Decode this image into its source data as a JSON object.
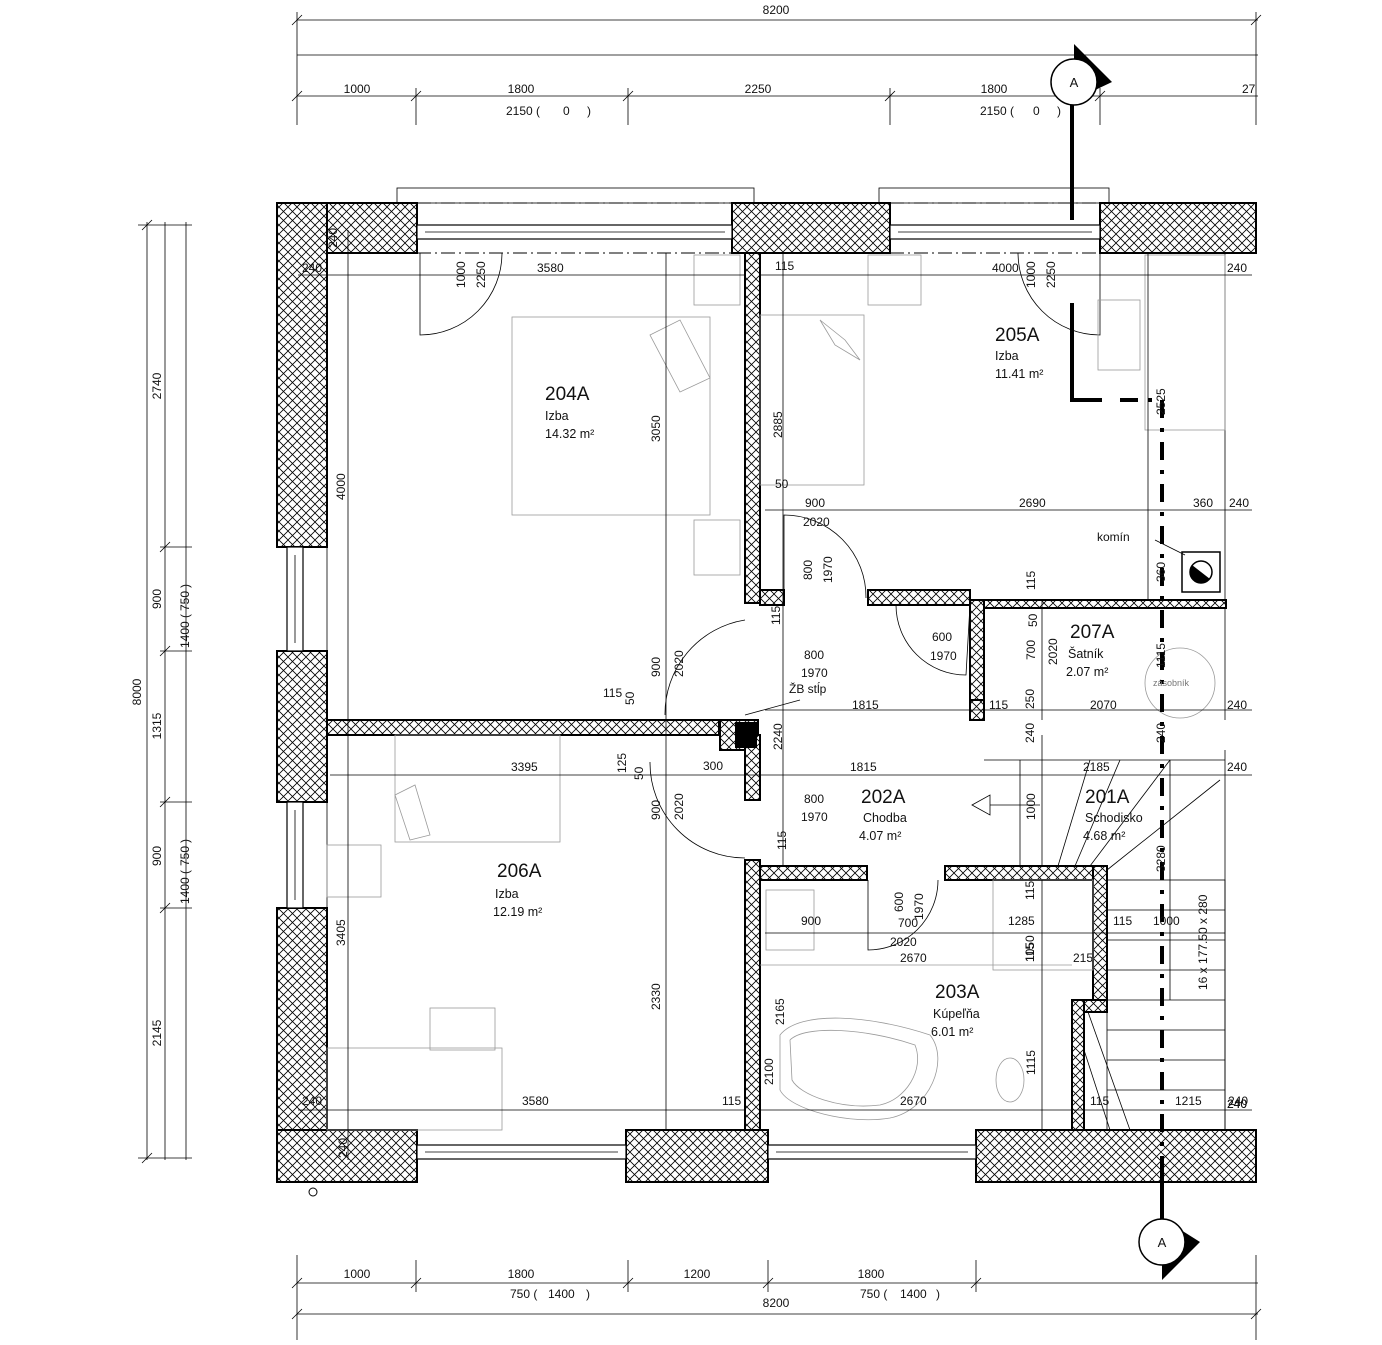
{
  "rooms": [
    {
      "id": "204A",
      "name": "Izba",
      "area": "14.32 m²"
    },
    {
      "id": "205A",
      "name": "Izba",
      "area": "11.41 m²"
    },
    {
      "id": "207A",
      "name": "Šatník",
      "area": "2.07 m²"
    },
    {
      "id": "202A",
      "name": "Chodba",
      "area": "4.07 m²"
    },
    {
      "id": "201A",
      "name": "Schodisko",
      "area": "4.68 m²"
    },
    {
      "id": "206A",
      "name": "Izba",
      "area": "12.19 m²"
    },
    {
      "id": "203A",
      "name": "Kúpeľňa",
      "area": "6.01 m²"
    }
  ],
  "section_marker": "A",
  "top_dims": {
    "overall": "8200",
    "segments": [
      "1000",
      "1800",
      "2250",
      "1800",
      "27"
    ],
    "sill": [
      "2150 (",
      "0",
      ")",
      "2150 (",
      "0",
      ")"
    ]
  },
  "bottom_dims": {
    "overall": "8200",
    "segments": [
      "1000",
      "1800",
      "1200",
      "1800"
    ],
    "sill": [
      "750 (",
      "1400",
      ")",
      "750 (",
      "1400",
      ")"
    ]
  },
  "left_dims": {
    "overall": "8000",
    "segments": [
      "2740",
      "900",
      "1315",
      "900",
      "2145"
    ],
    "sill": [
      "1400 (",
      "750",
      ")",
      "1400 (",
      "750",
      ")"
    ]
  },
  "inner_dims": [
    "240",
    "240",
    "3580",
    "1000",
    "2250",
    "4000",
    "3050",
    "115",
    "2885",
    "4000",
    "1000",
    "2250",
    "240",
    "2525",
    "50",
    "900",
    "2690",
    "360",
    "240",
    "2020",
    "800",
    "1970",
    "360",
    "115",
    "115",
    "600",
    "1970",
    "50",
    "700",
    "2020",
    "1115",
    "900",
    "2020",
    "800",
    "1970",
    "115",
    "50",
    "ŽB stĺp",
    "1815",
    "115",
    "250",
    "2070",
    "240",
    "240",
    "240",
    "3395",
    "125",
    "50",
    "300",
    "2240",
    "1815",
    "2185",
    "240",
    "900",
    "2020",
    "800",
    "1970",
    "115",
    "1000",
    "3280",
    "3405",
    "115",
    "600",
    "700",
    "1970",
    "900",
    "1285",
    "115",
    "115",
    "1000",
    "16 x 177.50 x 280",
    "2020",
    "2670",
    "1050",
    "215",
    "2330",
    "2165",
    "2100",
    "1115",
    "240",
    "3580",
    "115",
    "2670",
    "115",
    "1215",
    "240",
    "240",
    "240",
    "240"
  ],
  "labels": {
    "chimney": "komín",
    "tank": "zásobník"
  }
}
